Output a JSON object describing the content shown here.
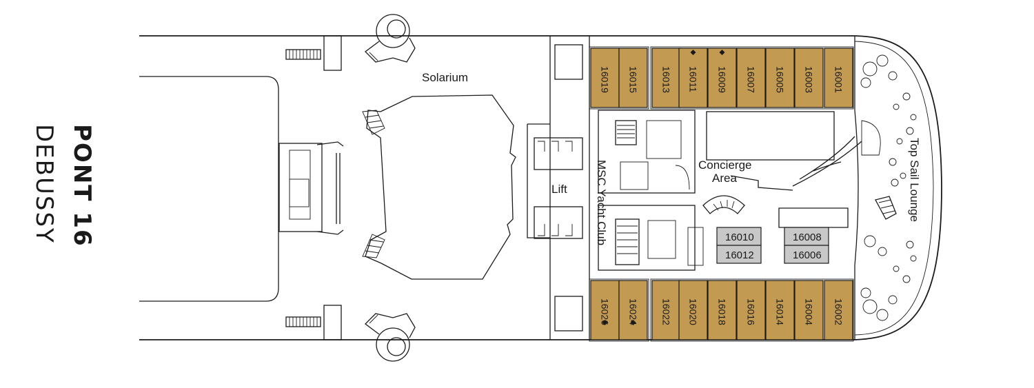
{
  "deck": {
    "title": "PONT 16",
    "name": "DEBUSSY"
  },
  "areas": {
    "solarium": "Solarium",
    "lift": "Lift",
    "yacht_club": "MSC Yacht Club",
    "concierge_line1": "Concierge",
    "concierge_line2": "Area",
    "top_sail": "Top Sail Lounge"
  },
  "cabins": {
    "top_row": [
      {
        "number": "16019",
        "marked": false
      },
      {
        "number": "16015",
        "marked": false
      },
      {
        "number": "16013",
        "marked": false
      },
      {
        "number": "16011",
        "marked": true
      },
      {
        "number": "16009",
        "marked": true
      },
      {
        "number": "16007",
        "marked": false
      },
      {
        "number": "16005",
        "marked": false
      },
      {
        "number": "16003",
        "marked": false
      },
      {
        "number": "16001",
        "marked": false
      }
    ],
    "bottom_row": [
      {
        "number": "16026",
        "marked": true
      },
      {
        "number": "16024",
        "marked": true
      },
      {
        "number": "16022",
        "marked": false
      },
      {
        "number": "16020",
        "marked": false
      },
      {
        "number": "16018",
        "marked": false
      },
      {
        "number": "16016",
        "marked": false
      },
      {
        "number": "16014",
        "marked": false
      },
      {
        "number": "16004",
        "marked": false
      },
      {
        "number": "16002",
        "marked": false
      }
    ],
    "interior": [
      {
        "number": "16010"
      },
      {
        "number": "16012"
      },
      {
        "number": "16008"
      },
      {
        "number": "16006"
      }
    ]
  },
  "colors": {
    "suite_cabin": "#c29a52",
    "inside_cabin": "#c8c8c8",
    "line": "#1a1a1a"
  }
}
